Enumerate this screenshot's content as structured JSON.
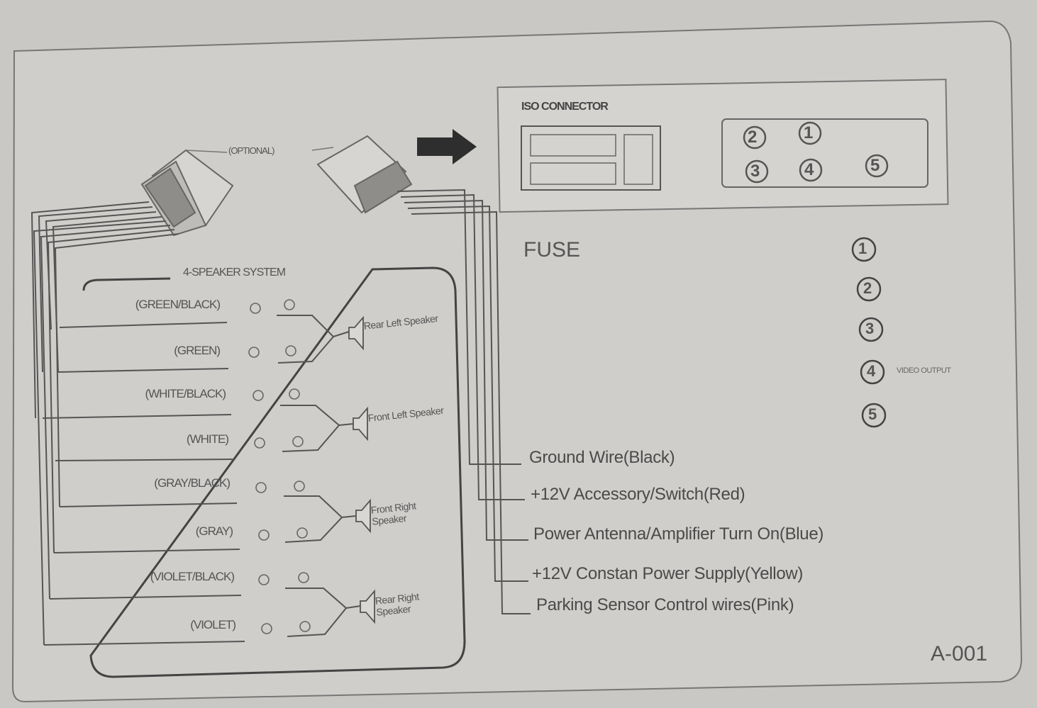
{
  "title": "4-SPEAKER SYSTEM",
  "optional": "(OPTIONAL)",
  "iso_connector": "ISO CONNECTOR",
  "fuse": "FUSE",
  "code": "A-001",
  "wire_colors": [
    "(GREEN/BLACK)",
    "(GREEN)",
    "(WHITE/BLACK)",
    "(WHITE)",
    "(GRAY/BLACK)",
    "(GRAY)",
    "(VIOLET/BLACK)",
    "(VIOLET)"
  ],
  "speakers": [
    "Rear Left Speaker",
    "Front Left Speaker",
    "Front Right Speaker",
    "Rear Right Speaker"
  ],
  "functions": [
    "Ground  Wire(Black)",
    "+12V Accessory/Switch(Red)",
    "Power Antenna/Amplifier Turn On(Blue)",
    "+12V Constan Power Supply(Yellow)",
    "Parking Sensor Control wires(Pink)"
  ],
  "rca_pins": [
    "1",
    "2",
    "3",
    "4",
    "5"
  ],
  "legend": [
    {
      "num": "1",
      "text": ""
    },
    {
      "num": "2",
      "text": ""
    },
    {
      "num": "3",
      "text": ""
    },
    {
      "num": "4",
      "text": "VIDEO OUTPUT"
    },
    {
      "num": "5",
      "text": ""
    }
  ]
}
